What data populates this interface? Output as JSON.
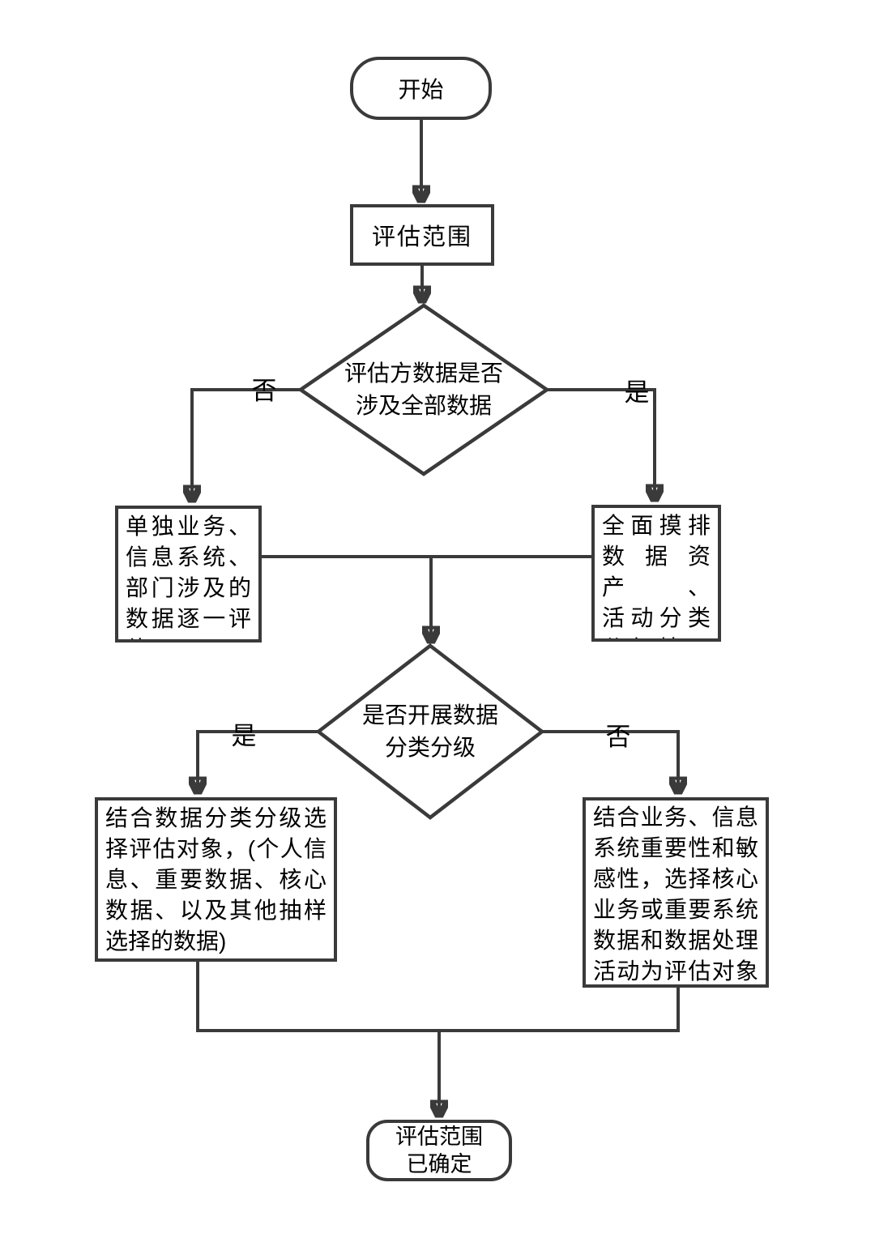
{
  "diagram": {
    "nodes": {
      "start": {
        "label": "开始"
      },
      "scope": {
        "label": "评估范围"
      },
      "decision_all_data": {
        "label": "评估方数据是否\n涉及全部数据"
      },
      "box_single": {
        "lines": [
          "单独业务、",
          "信息系统、",
          "部门涉及的",
          "数据逐一评估"
        ]
      },
      "box_full": {
        "lines": [
          "全面摸排",
          "数据资产、",
          "活动分类",
          "分级情况"
        ]
      },
      "decision_classification": {
        "label": "是否开展数据\n分类分级"
      },
      "box_with_classification": {
        "lines": [
          "结合数据分类分级选",
          "择评估对象，(个人信",
          "息、重要数据、核心",
          "数据、以及其他抽样",
          "选择的数据)"
        ]
      },
      "box_without_classification": {
        "lines": [
          "结合业务、信息",
          "系统重要性和敏",
          "感性，选择核心",
          "业务或重要系统",
          "数据和数据处理",
          "活动为评估对象"
        ]
      },
      "end": {
        "label": "评估范围\n已确定"
      }
    },
    "edge_labels": {
      "d1_no": "否",
      "d1_yes": "是",
      "d2_yes": "是",
      "d2_no": "否"
    }
  },
  "colors": {
    "line": "#3a3a3a",
    "text": "#000000",
    "background": "#ffffff"
  }
}
